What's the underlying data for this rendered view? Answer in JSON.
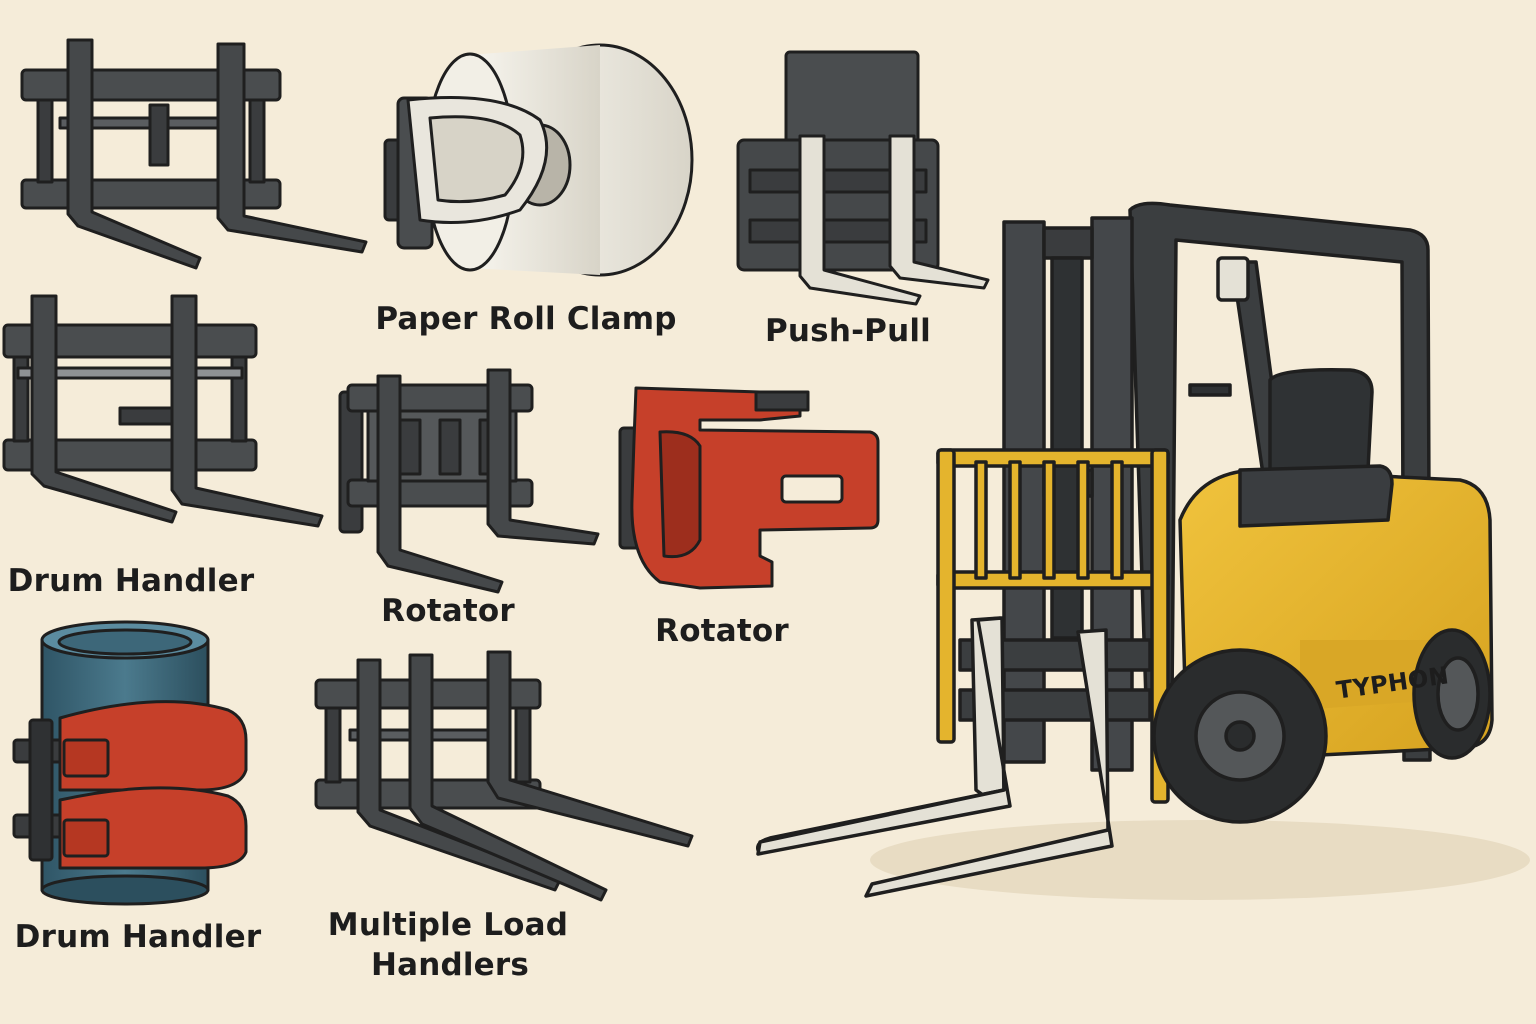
{
  "palette": {
    "background": "#f5ecd9",
    "steel": "#4a4d4f",
    "steel_dark": "#2a2c2d",
    "outline": "#1f1f1f",
    "fork_pale": "#e4e1d6",
    "clamp_red": "#c6402a",
    "drum_blue": "#3d6779",
    "forklift_yellow": "#e4b42d",
    "paper_roll": "#ece9e0"
  },
  "labels": {
    "paper_roll_clamp": "Paper Roll Clamp",
    "push_pull": "Push-Pull",
    "drum_handler_top": "Drum Handler",
    "rotator_gray": "Rotator",
    "rotator_red": "Rotator",
    "drum_handler_bottom": "Drum Handler",
    "multiple_load_handlers_line1": "Multiple Load",
    "multiple_load_handlers_line2": "Handlers"
  },
  "forklift": {
    "brand": "TYPHON"
  },
  "attachments": [
    {
      "name": "side-shifter",
      "icon": "fork-carriage-icon"
    },
    {
      "name": "paper-roll-clamp",
      "icon": "paper-roll-clamp-icon"
    },
    {
      "name": "push-pull",
      "icon": "push-pull-icon"
    },
    {
      "name": "drum-handler-forks",
      "icon": "fork-carriage-icon"
    },
    {
      "name": "rotator-gray",
      "icon": "rotator-icon"
    },
    {
      "name": "rotator-red",
      "icon": "red-rotator-clamp-icon"
    },
    {
      "name": "drum-handler-clamp",
      "icon": "drum-clamp-icon"
    },
    {
      "name": "multiple-load-handlers",
      "icon": "multi-fork-icon"
    }
  ]
}
